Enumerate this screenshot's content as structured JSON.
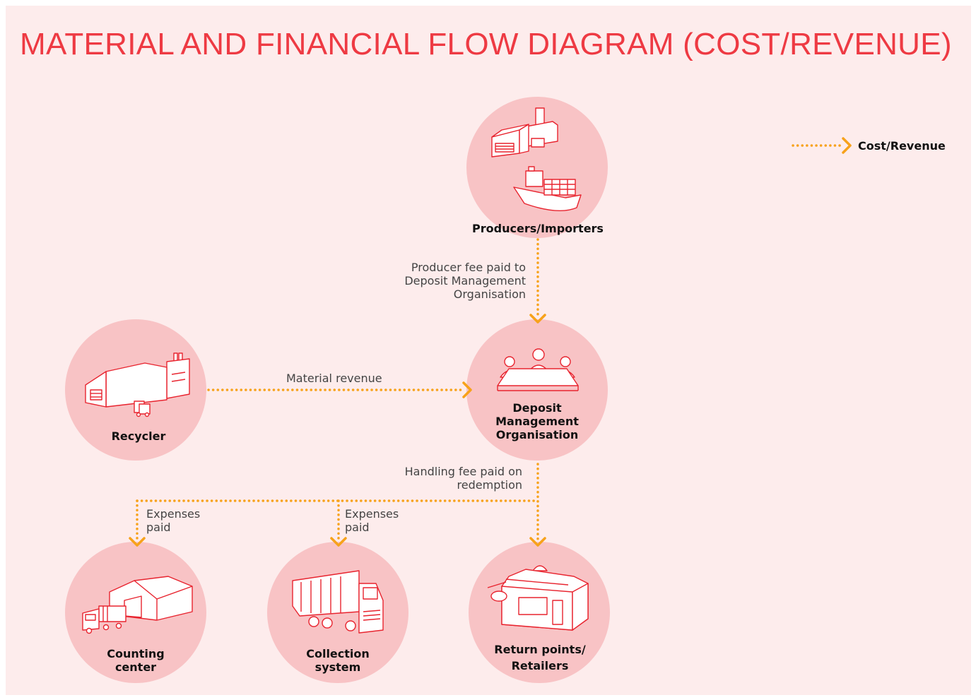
{
  "title": "MATERIAL AND FINANCIAL FLOW DIAGRAM (COST/REVENUE)",
  "legend": {
    "label": "Cost/Revenue",
    "line_color": "#f7a21b"
  },
  "colors": {
    "title": "#ee3a43",
    "background": "#fdecec",
    "circle": "#f8c3c5",
    "icon_stroke": "#e8242f",
    "arrow": "#f7a21b"
  },
  "nodes": {
    "producers": {
      "label": [
        "Producers/Importers"
      ],
      "icons": [
        "factory-icon",
        "container-ship-icon"
      ]
    },
    "dmo": {
      "label": [
        "Deposit",
        "Management",
        "Organisation"
      ],
      "icons": [
        "meeting-table-icon"
      ]
    },
    "recycler": {
      "label": [
        "Recycler"
      ],
      "icons": [
        "recycling-plant-icon"
      ]
    },
    "counting": {
      "label": [
        "Counting",
        "center"
      ],
      "icons": [
        "warehouse-truck-icon"
      ]
    },
    "collection": {
      "label": [
        "Collection",
        "system"
      ],
      "icons": [
        "garbage-truck-icon"
      ]
    },
    "retailers": {
      "label": [
        "Return points/",
        "Retailers"
      ],
      "icons": [
        "shop-icon"
      ]
    }
  },
  "edges": {
    "producer_fee": [
      "Producer fee paid to",
      "Deposit Management",
      "Organisation"
    ],
    "material_revenue": [
      "Material revenue"
    ],
    "handling_fee": [
      "Handling fee paid on",
      "redemption"
    ],
    "expenses_counting": [
      "Expenses",
      "paid"
    ],
    "expenses_collection": [
      "Expenses",
      "paid"
    ]
  }
}
